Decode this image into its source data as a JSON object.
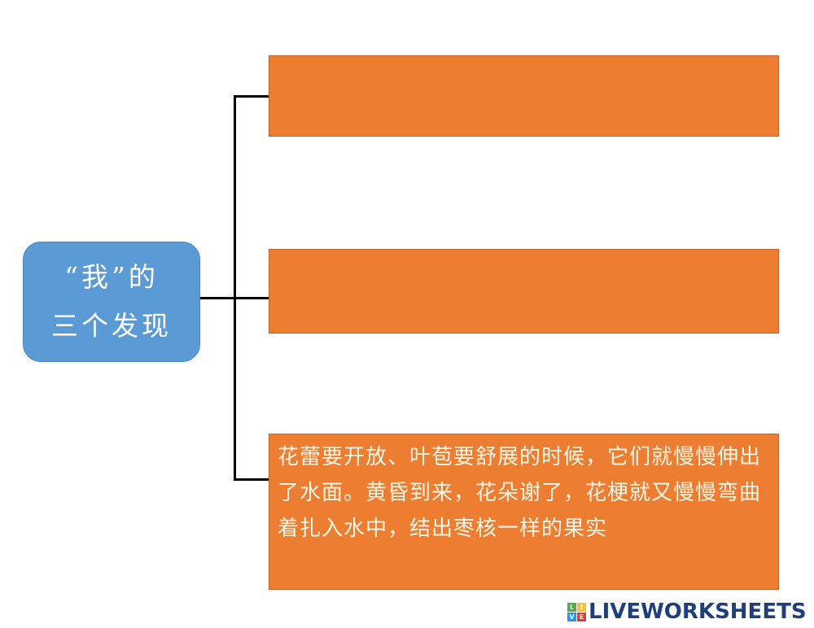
{
  "diagram": {
    "type": "mind-map",
    "root": {
      "line1": "“我”的",
      "line2": "三个发现",
      "color": "#5b9bd5"
    },
    "branches": [
      {
        "text": "",
        "color": "#ed7d31"
      },
      {
        "text": "",
        "color": "#ed7d31"
      },
      {
        "text": "花蕾要开放、叶苞要舒展的时候，它们就慢慢伸出了水面。黄昏到来，花朵谢了，花梗就又慢慢弯曲着扎入水中，结出枣核一样的果实",
        "color": "#ed7d31"
      }
    ]
  },
  "brand": {
    "logo_letters": [
      "L",
      "I",
      "V",
      "E"
    ],
    "logo_colors": [
      "#4caf50",
      "#fbc02d",
      "#2196f3",
      "#e53935"
    ],
    "name": "LIVEWORKSHEETS"
  }
}
